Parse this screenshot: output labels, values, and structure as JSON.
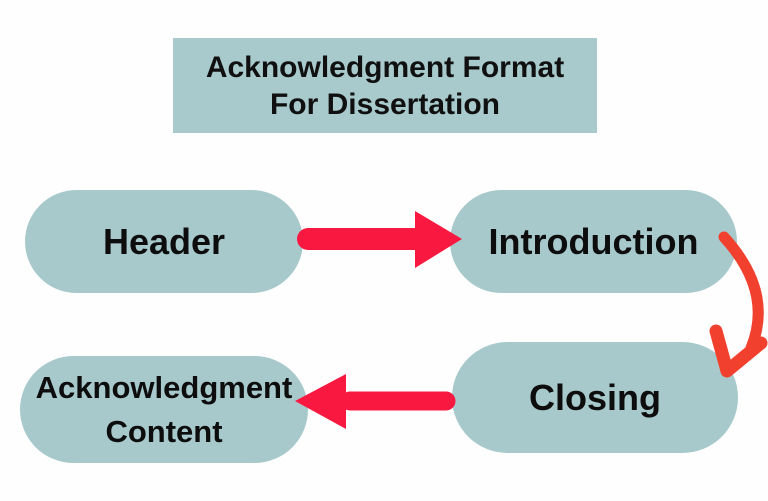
{
  "title": {
    "line1": "Acknowledgment Format",
    "line2": "For Dissertation"
  },
  "nodes": {
    "header": {
      "label": "Header"
    },
    "introduction": {
      "label": "Introduction"
    },
    "closing": {
      "label": "Closing"
    },
    "acknowledgment_content": {
      "label": "Acknowledgment Content"
    }
  },
  "arrows": {
    "header_to_introduction": {
      "direction": "right"
    },
    "introduction_to_closing": {
      "direction": "curved-down"
    },
    "closing_to_acknowledgment_content": {
      "direction": "left"
    }
  },
  "colors": {
    "box_fill": "#a7c9cb",
    "title_fill": "#a8cacc",
    "text": "#0d0d0d",
    "background": "#fefefe",
    "arrow_red": "#f91940",
    "curved_arrow_red": "#f2402f"
  }
}
